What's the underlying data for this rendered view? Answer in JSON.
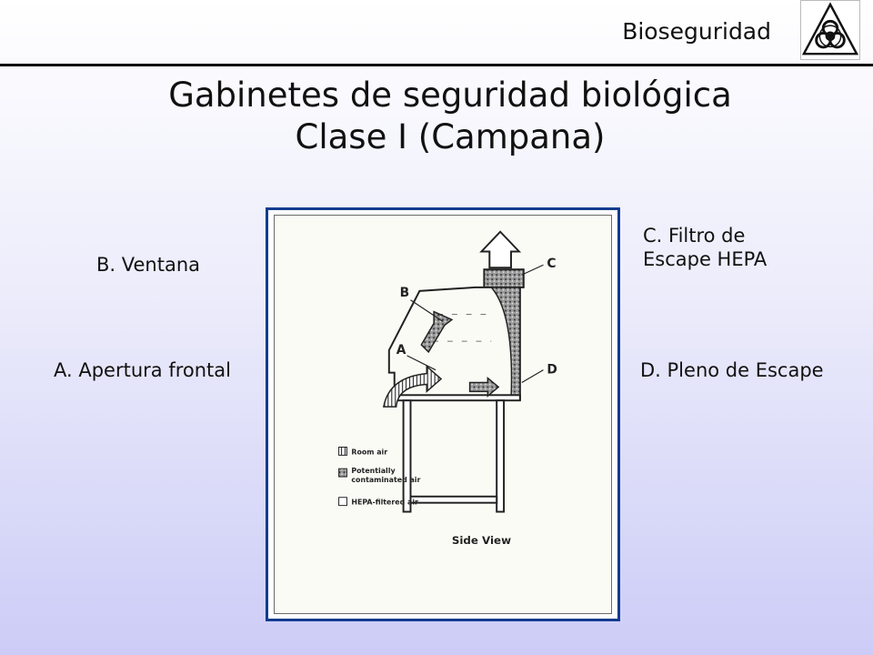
{
  "header": {
    "section": "Bioseguridad",
    "icon": "biohazard-icon"
  },
  "title": {
    "line1": "Gabinetes de seguridad biológica",
    "line2": "Clase I (Campana)"
  },
  "labels": {
    "b": "B. Ventana",
    "a": "A. Apertura frontal",
    "c_line1": "C. Filtro de",
    "c_line2": "Escape HEPA",
    "d": "D. Pleno de Escape"
  },
  "diagram": {
    "letters": {
      "a": "A",
      "b": "B",
      "c": "C",
      "d": "D"
    },
    "legend": {
      "room_air": "Room air",
      "contaminated_line1": "Potentially",
      "contaminated_line2": "contaminated air",
      "hepa": "HEPA-filtered air"
    },
    "caption": "Side View"
  },
  "colors": {
    "frame": "#123c8f",
    "rule": "#000000",
    "background_bottom": "#ccccf7"
  }
}
